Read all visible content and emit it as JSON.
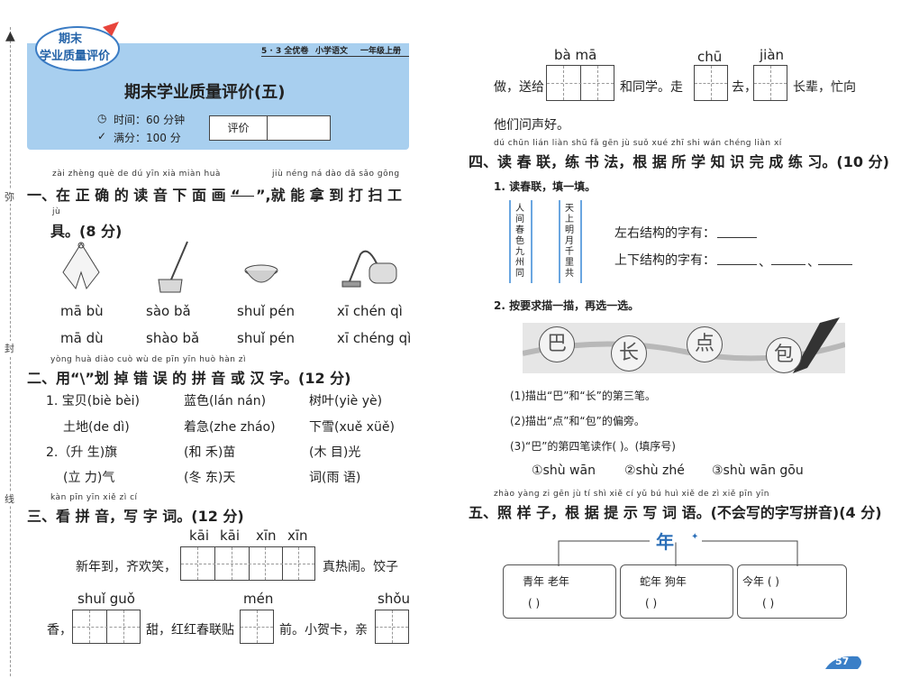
{
  "seal_side": {
    "chars": [
      "弥",
      "封",
      "线"
    ]
  },
  "header": {
    "badge_line1": "期末",
    "badge_line2": "学业质量评价",
    "series": "5 · 3 全优卷",
    "subject": "小学语文",
    "grade": "一年级上册",
    "title": "期末学业质量评价(五)",
    "time": "时间：60 分钟",
    "score": "满分：100 分",
    "eval_label": "评价"
  },
  "q1": {
    "pinyin": "zài zhèng què de dú yīn xià miàn huà",
    "pinyin2": "jiù néng ná dào dǎ sǎo gōng",
    "text_a": "一、在 正 确 的 读 音 下 面 画 “",
    "text_b": "”,就 能 拿 到 打 扫 工",
    "pinyin3": "jù",
    "text_c": "具。(8 分)",
    "options_row1": [
      "mā bù",
      "sào bǎ",
      "shuǐ pén",
      "xī chén qì"
    ],
    "options_row2": [
      "mā dù",
      "shào bǎ",
      "shuǐ pén",
      "xī chéng qì"
    ]
  },
  "q2": {
    "pinyin": "yòng   huà diào cuò wù de pīn yīn huò hàn zì",
    "text": "二、用“\\”划 掉 错 误 的 拼 音 或 汉 字。(12 分)",
    "row1": [
      "1. 宝贝(biè  bèi)",
      "蓝色(lán  nán)",
      "树叶(yiè  yè)"
    ],
    "row2": [
      "土地(de  dì)",
      "着急(zhe  zháo)",
      "下雪(xuě  xüě)"
    ],
    "row3": [
      "2.（升  生)旗",
      "(和  禾)苗",
      "(木  目)光"
    ],
    "row4": [
      "(立  力)气",
      "(冬  东)天",
      "词(雨  语)"
    ]
  },
  "q3": {
    "pinyin": "kàn pīn yīn  xiě zì  cí",
    "text": "三、看 拼 音，写 字 词。(12 分)",
    "py1": [
      "kāi",
      "kāi",
      "xīn",
      "xīn"
    ],
    "line1_a": "新年到，齐欢笑，",
    "line1_b": "真热闹。饺子",
    "py2a": "shuǐ guǒ",
    "py2b": "mén",
    "py2c": "shǒu",
    "line2_a": "香，",
    "line2_b": "甜，红红春联贴",
    "line2_c": "前。小贺卡，亲",
    "py3a": "bà  mā",
    "py3b": "chū",
    "py3c": "jiàn",
    "line3_a": "做，送给",
    "line3_b": "和同学。走",
    "line3_c": "去，",
    "line3_d": "长辈，忙向",
    "line4": "他们问声好。"
  },
  "q4": {
    "pinyin": "dú chūn lián  liàn shū fǎ   gēn jù suǒ xué zhī shi wán chéng liàn xí",
    "text": "四、读 春 联，练 书 法，根 据 所 学 知 识 完  成  练 习。(10 分)",
    "sub1": "1. 读春联，填一填。",
    "couplet_left": [
      "人",
      "间",
      "春",
      "色",
      "九",
      "州",
      "同"
    ],
    "couplet_right": [
      "天",
      "上",
      "明",
      "月",
      "千",
      "里",
      "共"
    ],
    "fill1": "左右结构的字有：",
    "fill2": "上下结构的字有：",
    "sub2": "2. 按要求描一描，再选一选。",
    "brush_chars": [
      "巴",
      "长",
      "点",
      "包"
    ],
    "a1": "(1)描出“巴”和“长”的第三笔。",
    "a2": "(2)描出“点”和“包”的偏旁。",
    "a3": "(3)“巴”的第四笔读作(    )。(填序号)",
    "choices": [
      "①shù wān",
      "②shù zhé",
      "③shù wān gōu"
    ]
  },
  "q5": {
    "pinyin": "zhào yàng zi  gēn jù tí shì xiě cí yǔ        bú huì xiě de zì xiě pīn yīn",
    "text": "五、照 样 子，根 据 提 示 写 词 语。(不会写的字写拼音)(4 分)",
    "center": "年",
    "box1_top": "青年   老年",
    "box2_top": "蛇年   狗年",
    "box3_top": "今年   (        )",
    "paren": "(        )"
  },
  "page_number": "57"
}
